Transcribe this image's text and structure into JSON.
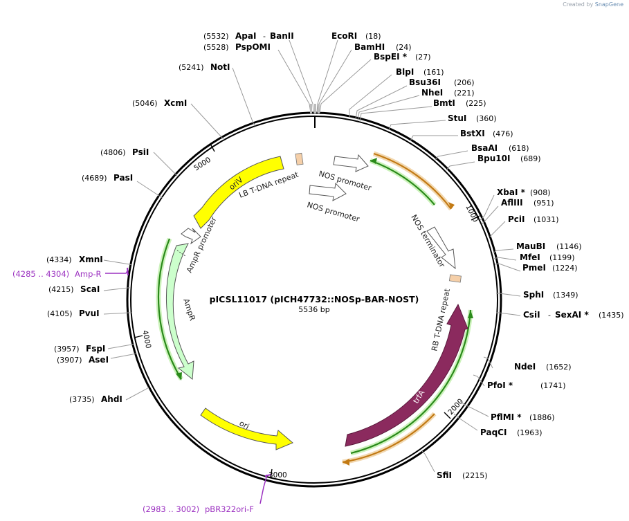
{
  "credit": {
    "prefix": "Created by",
    "brand": "SnapGene"
  },
  "plasmid": {
    "name": "pICSL11017 (pICH47732::NOSp-BAR-NOST)",
    "size_label": "5536 bp"
  },
  "ticks": [
    "1000",
    "2000",
    "3000",
    "4000",
    "5000"
  ],
  "features": [
    {
      "label": "oriV",
      "type": "yellow"
    },
    {
      "label": "LB T-DNA repeat",
      "type": "misc"
    },
    {
      "label": "NOS promoter",
      "type": "promoter"
    },
    {
      "label": "NOS promoter",
      "type": "promoter"
    },
    {
      "label": "NOS terminator",
      "type": "terminator"
    },
    {
      "label": "RB T-DNA repeat",
      "type": "misc"
    },
    {
      "label": "trfA",
      "type": "cds"
    },
    {
      "label": "ori",
      "type": "yellow"
    },
    {
      "label": "AmpR",
      "type": "cds"
    },
    {
      "label": "AmpR promoter",
      "type": "promoter"
    }
  ],
  "sites": [
    {
      "name": "ApaI",
      "pos": "(5532)",
      "extra": "BanII"
    },
    {
      "name": "PspOMI",
      "pos": "(5528)"
    },
    {
      "name": "EcoRI",
      "pos": "(18)"
    },
    {
      "name": "BamHI",
      "pos": "(24)"
    },
    {
      "name": "BspEI *",
      "pos": "(27)"
    },
    {
      "name": "BlpI",
      "pos": "(161)"
    },
    {
      "name": "Bsu36I",
      "pos": "(206)"
    },
    {
      "name": "NheI",
      "pos": "(221)"
    },
    {
      "name": "BmtI",
      "pos": "(225)"
    },
    {
      "name": "StuI",
      "pos": "(360)"
    },
    {
      "name": "BstXI",
      "pos": "(476)"
    },
    {
      "name": "BsaAI",
      "pos": "(618)"
    },
    {
      "name": "Bpu10I",
      "pos": "(689)"
    },
    {
      "name": "XbaI *",
      "pos": "(908)"
    },
    {
      "name": "AflIII",
      "pos": "(951)"
    },
    {
      "name": "PciI",
      "pos": "(1031)"
    },
    {
      "name": "MauBI",
      "pos": "(1146)"
    },
    {
      "name": "MfeI",
      "pos": "(1199)"
    },
    {
      "name": "PmeI",
      "pos": "(1224)"
    },
    {
      "name": "SphI",
      "pos": "(1349)"
    },
    {
      "name": "CsiI",
      "pos": "(1435)",
      "extra": "SexAI *"
    },
    {
      "name": "NdeI",
      "pos": "(1652)"
    },
    {
      "name": "PfoI *",
      "pos": "(1741)"
    },
    {
      "name": "PflMI *",
      "pos": "(1886)"
    },
    {
      "name": "PaqCI",
      "pos": "(1963)"
    },
    {
      "name": "SfiI",
      "pos": "(2215)"
    },
    {
      "name": "AhdI",
      "pos": "(3735)"
    },
    {
      "name": "AseI",
      "pos": "(3907)"
    },
    {
      "name": "FspI",
      "pos": "(3957)"
    },
    {
      "name": "PvuI",
      "pos": "(4105)"
    },
    {
      "name": "ScaI",
      "pos": "(4215)"
    },
    {
      "name": "XmnI",
      "pos": "(4334)"
    },
    {
      "name": "PasI",
      "pos": "(4689)"
    },
    {
      "name": "PsiI",
      "pos": "(4806)"
    },
    {
      "name": "XcmI",
      "pos": "(5046)"
    },
    {
      "name": "NotI",
      "pos": "(5241)"
    }
  ],
  "primers": [
    {
      "range": "(4285 .. 4304)",
      "name": "Amp-R"
    },
    {
      "range": "(2983 .. 3002)",
      "name": "pBR322ori-F"
    }
  ],
  "colors": {
    "yellow": "#ffff00",
    "cds_green": "#ccffcc",
    "trfA": "#8b2a5e",
    "orf_green": "#2a8a1a",
    "orf_orange": "#d6902a",
    "primer": "#9b30c0",
    "misc": "#f5cfa8"
  }
}
